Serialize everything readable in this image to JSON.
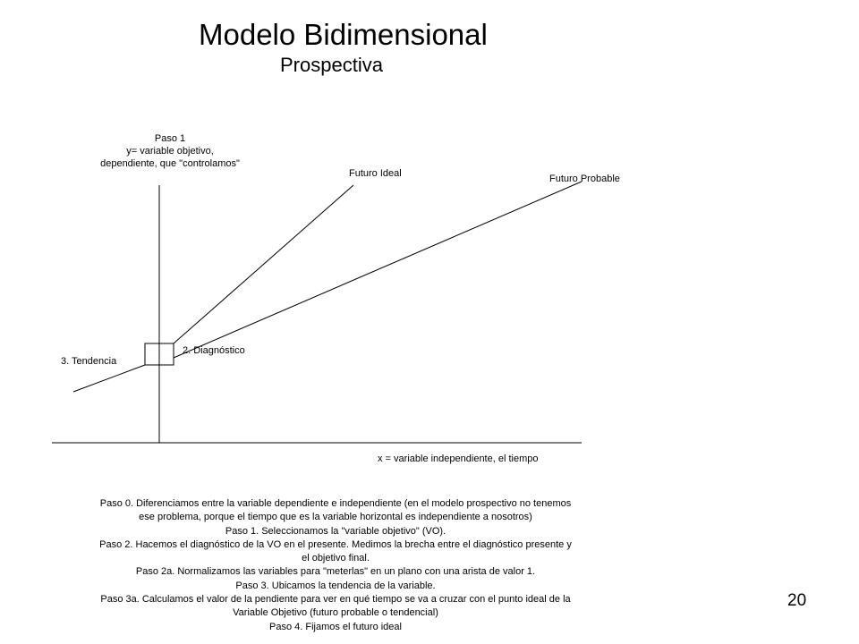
{
  "slide": {
    "title": "Modelo Bidimensional",
    "subtitle": "Prospectiva",
    "page_number": "20"
  },
  "diagram": {
    "y_axis_label": [
      "Paso 1",
      "y= variable objetivo,",
      "dependiente, que \"controlamos\""
    ],
    "x_axis_label": "x = variable independiente, el tiempo",
    "futuro_ideal": "Futuro Ideal",
    "futuro_probable": "Futuro Probable",
    "diagnostico": "2. Diagnóstico",
    "tendencia": "3. Tendencia"
  },
  "steps": [
    "Paso 0. Diferenciamos entre la variable dependiente e independiente (en el modelo prospectivo no tenemos",
    "ese problema, porque el tiempo que es la variable horizontal es independiente a nosotros)",
    "Paso 1. Seleccionamos la \"variable objetivo\" (VO).",
    "Paso 2. Hacemos el diagnóstico de la VO en el presente. Medimos la brecha entre el diagnóstico presente y",
    "el objetivo final.",
    "Paso 2a. Normalizamos las variables para \"meterlas\" en un plano con una arista de valor 1.",
    "Paso 3. Ubicamos la tendencia de la variable.",
    "Paso 3a. Calculamos el valor de la pendiente para ver en qué tiempo se va a cruzar con el punto ideal de la",
    "Variable Objetivo (futuro probable o tendencial)",
    "Paso 4. Fijamos el futuro ideal"
  ]
}
